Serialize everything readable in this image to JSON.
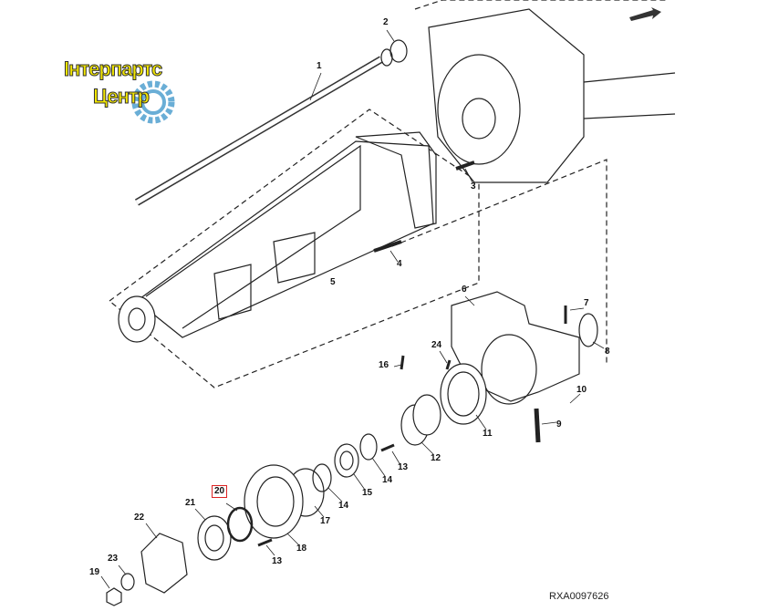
{
  "logo": {
    "line1": "Інтерпартс",
    "line2": "Центр",
    "watermark": "Інтерпартс Центр"
  },
  "drawing_code": "RXA0097626",
  "highlight_color": "#dd2222",
  "callouts": [
    "1",
    "2",
    "3",
    "4",
    "5",
    "6",
    "7",
    "8",
    "9",
    "10",
    "11",
    "12",
    "13",
    "14",
    "15",
    "14",
    "17",
    "18",
    "13",
    "20",
    "21",
    "22",
    "23",
    "19",
    "16",
    "24"
  ],
  "highlighted_callout": "20",
  "direction_arrow_icon": "forward-arrow-icon"
}
